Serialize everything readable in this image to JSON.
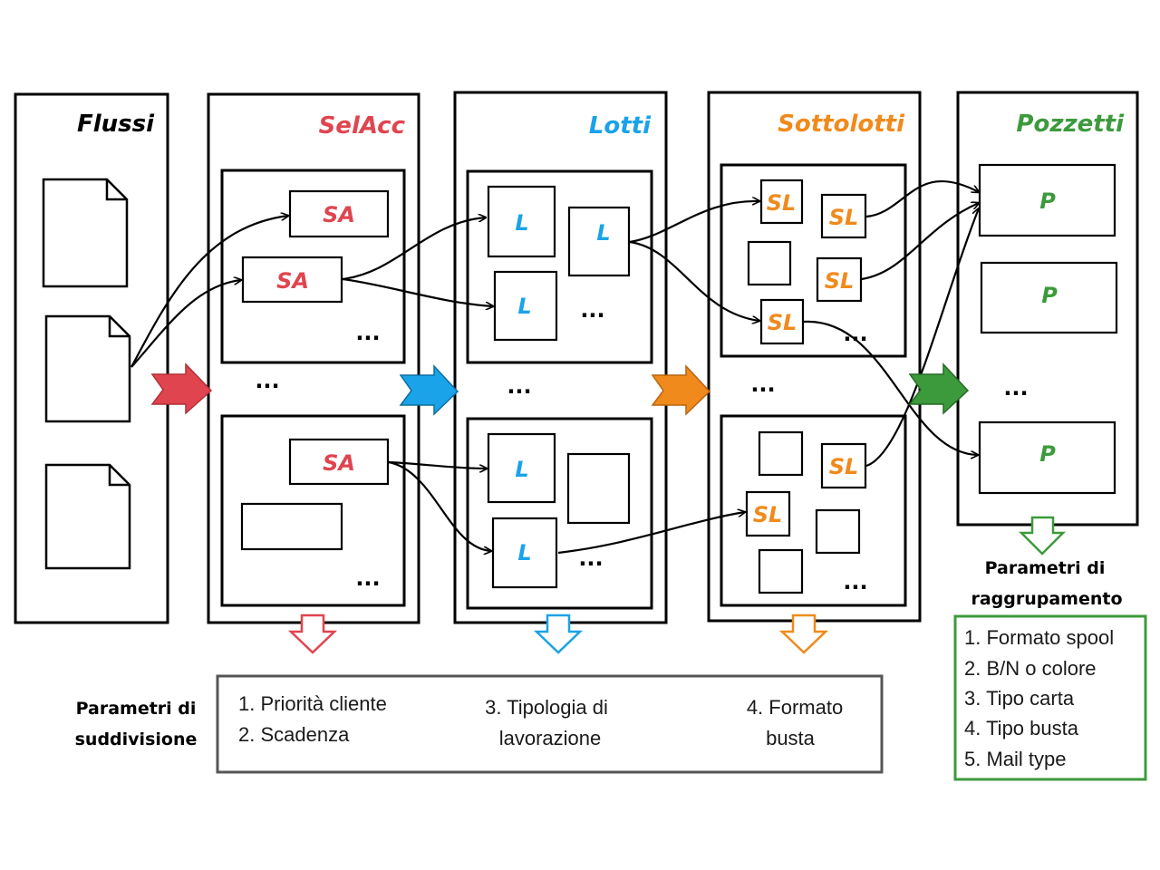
{
  "colors": {
    "flussi": "#000000",
    "selacc": "#e0454f",
    "lotti": "#1aa3e8",
    "sottolotti": "#f08a1c",
    "pozzetti": "#3c9a3c"
  },
  "columns": {
    "flussi": "Flussi",
    "selacc": "SelAcc",
    "lotti": "Lotti",
    "sottolotti": "Sottolotti",
    "pozzetti": "Pozzetti"
  },
  "labels": {
    "sa": "SA",
    "l": "L",
    "sl": "SL",
    "p": "P",
    "dots": "..."
  },
  "suddivisione": {
    "heading_line1": "Parametri di",
    "heading_line2": "suddivisione",
    "item1": "1. Priorità cliente",
    "item2": "2. Scadenza",
    "item3_line1": "3. Tipologia di",
    "item3_line2": "lavorazione",
    "item4_line1": "4. Formato",
    "item4_line2": "busta"
  },
  "raggruppamento": {
    "heading_line1": "Parametri di",
    "heading_line2": "raggrupamento",
    "items": [
      "1. Formato spool",
      "2. B/N o colore",
      "3. Tipo carta",
      "4. Tipo busta",
      "5. Mail type"
    ]
  }
}
